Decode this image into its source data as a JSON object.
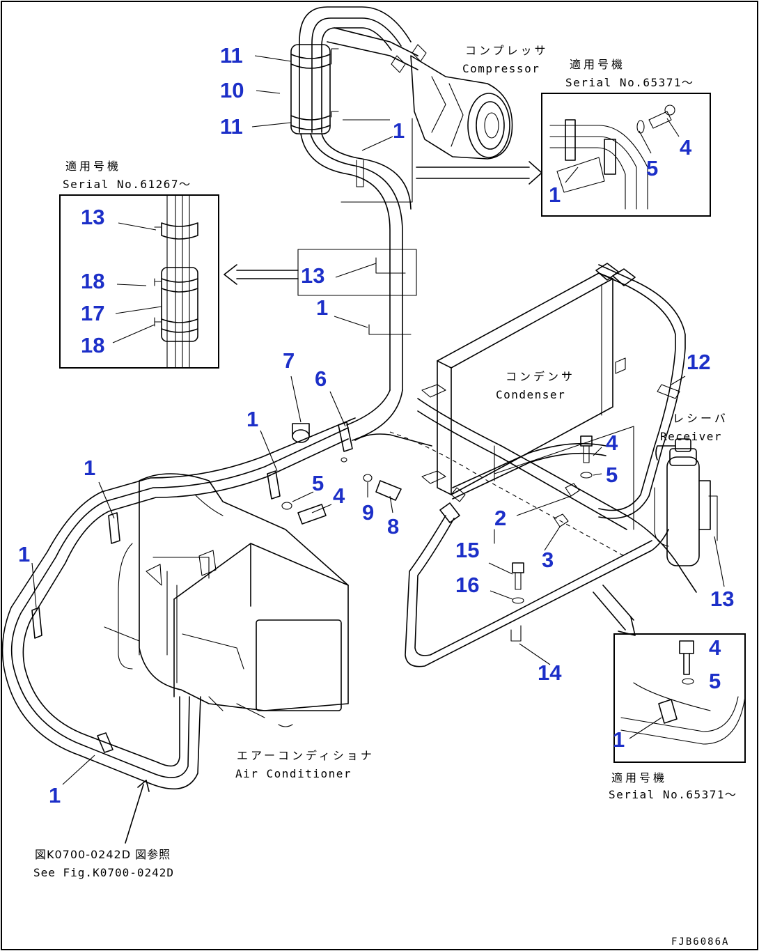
{
  "parts": {
    "compressor": {
      "jp": "コンプレッサ",
      "en": "Compressor"
    },
    "condenser": {
      "jp": "コンデンサ",
      "en": "Condenser"
    },
    "receiver": {
      "jp": "レシーバ",
      "en": "Receiver"
    },
    "air_conditioner": {
      "jp": "エアーコンディショナ",
      "en": "Air Conditioner"
    }
  },
  "insets": {
    "top_right": {
      "jp": "適用号機",
      "serial": "Serial No.65371～"
    },
    "left": {
      "jp": "適用号機",
      "serial": "Serial No.61267～"
    },
    "bottom_right": {
      "jp": "適用号機",
      "serial": "Serial No.65371～"
    }
  },
  "reference": {
    "jp": "図K0700-0242D 図参照",
    "en": "See Fig.K0700-0242D"
  },
  "drawing_code": "FJB6086A",
  "callouts": [
    "11",
    "10",
    "11",
    "1",
    "4",
    "5",
    "1",
    "13",
    "18",
    "17",
    "18",
    "13",
    "1",
    "7",
    "6",
    "12",
    "1",
    "1",
    "5",
    "4",
    "9",
    "8",
    "4",
    "5",
    "2",
    "3",
    "15",
    "16",
    "13",
    "1",
    "14",
    "4",
    "5",
    "1",
    "1"
  ]
}
